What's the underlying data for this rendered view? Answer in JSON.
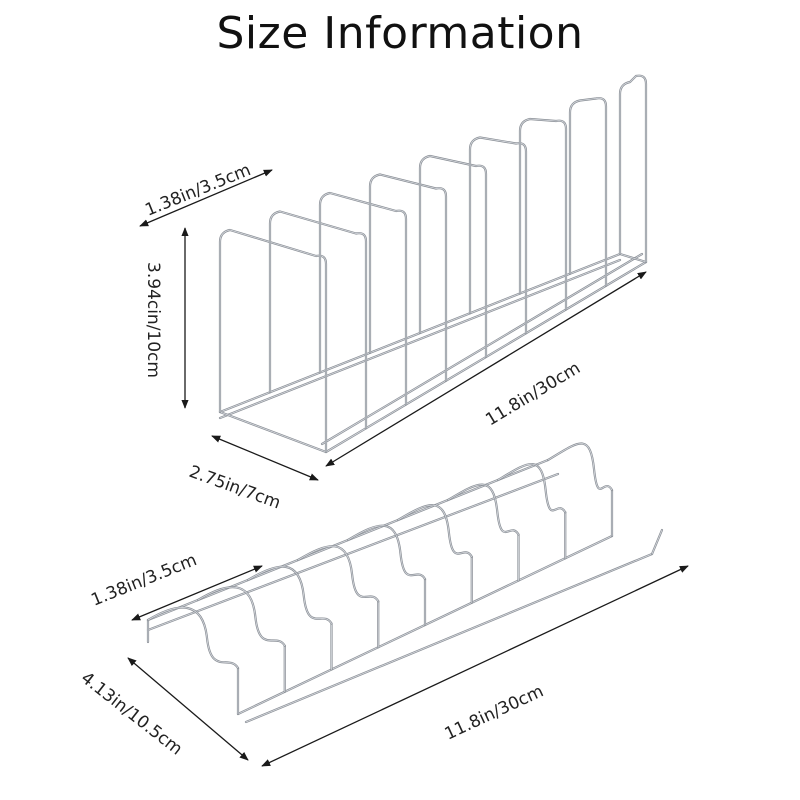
{
  "title": "Size Information",
  "colors": {
    "wire": "#8a8f96",
    "wire_highlight": "#d8dbe0",
    "dimension_line": "#1a1a1a",
    "text": "#222222"
  },
  "upright_rack": {
    "slot_count": 9,
    "dimensions": {
      "slot_spacing": "1.38in/3.5cm",
      "height": "3.94cin/10cm",
      "length": "11.8in/30cm",
      "width": "2.75in/7cm"
    }
  },
  "flat_rack": {
    "slot_count": 8,
    "dimensions": {
      "slot_spacing": "1.38in/3.5cm",
      "length": "11.8in/30cm",
      "width": "4.13in/10.5cm"
    }
  }
}
